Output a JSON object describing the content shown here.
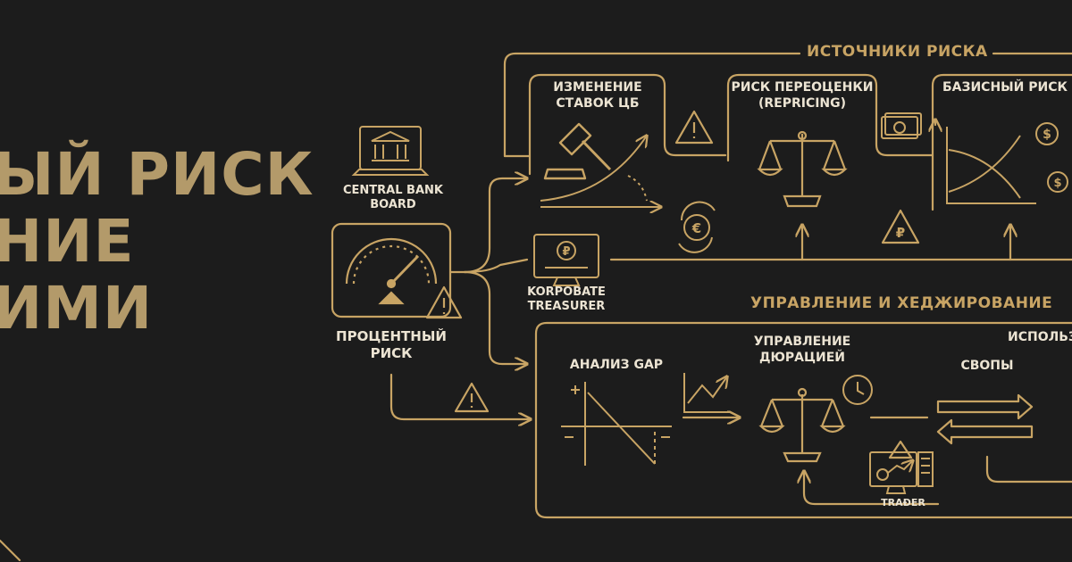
{
  "title": {
    "line1": "ЫЙ РИСК",
    "line2": "НИЕ",
    "line3": "ИМИ"
  },
  "sections": {
    "risk_sources": "ИСТОЧНИКИ РИСКА",
    "management": "УПРАВЛЕНИЕ И ХЕДЖИРОВАНИЕ"
  },
  "nodes": {
    "central_bank": "CENTRAL BANK\nBOARD",
    "interest_risk": "ПРОЦЕНТНЫЙ\nРИСК",
    "corporate_treasurer": "KORPOBATE\nTREASURER",
    "rate_change": "ИЗМЕНЕНИЕ\nСТАВОК ЦБ",
    "repricing": "РИСК ПЕРЕОЦЕНКИ\n(REPRICING)",
    "basis_risk": "БАЗИСНЫЙ РИСК",
    "gap": "АНАЛИЗ GAP",
    "duration": "УПРАВЛЕНИЕ\nДЮРАЦИЕЙ",
    "swaps": "СВОПЫ",
    "use": "ИСПОЛЬЗ",
    "trader": "TRAÐER"
  },
  "colors": {
    "background": "#1c1c1c",
    "line": "#c8a464",
    "title": "#b39a6a",
    "label": "#ece4d3"
  }
}
